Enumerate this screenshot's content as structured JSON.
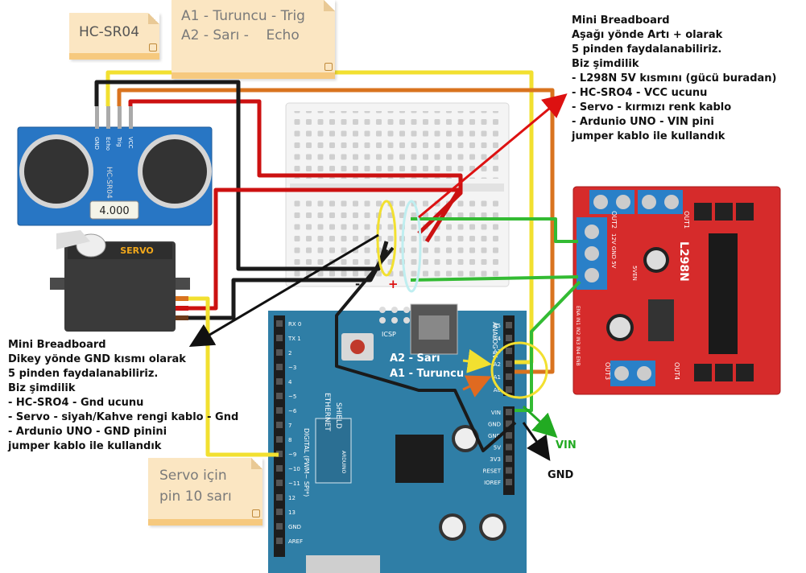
{
  "notes": {
    "hcsr04": "HC-SR04",
    "pins_line1": "A1 - Turuncu - Trig",
    "pins_line2": "A2 - Sarı -    Echo",
    "servo_line1": "Servo için",
    "servo_line2": "pin 10 sarı"
  },
  "annotation_right": [
    "Mini Breadboard",
    "Aşağı yönde Artı + olarak",
    "5 pinden faydalanabiliriz.",
    "Biz şimdilik",
    "- L298N 5V kısmını (gücü buradan)",
    "- HC-SRO4 - VCC ucunu",
    "- Servo - kırmızı renk kablo",
    "- Ardunio UNO - VIN pini",
    "jumper kablo ile kullandık"
  ],
  "annotation_left": [
    "Mini Breadboard",
    "Dikey yönde GND kısmı olarak",
    "5 pinden faydalanabiliriz.",
    "Biz şimdilik",
    "- HC-SRO4 - Gnd ucunu",
    "- Servo - siyah/Kahve rengi kablo - Gnd",
    "- Ardunio UNO - GND pinini",
    "jumper kablo ile kullandık"
  ],
  "labels": {
    "a2": "A2 - Sarı",
    "a1": "A1 - Turuncu",
    "vin": "VIN",
    "gnd": "GND",
    "plus": "+",
    "minus": "-"
  },
  "sensor": {
    "pins": [
      "GND",
      "Echo",
      "Trig",
      "VCC"
    ],
    "model": "HC-SR04",
    "display": "4.000"
  },
  "servo": {
    "label": "SERVO"
  },
  "driver": {
    "model": "L298N",
    "out1": "OUT1",
    "out2": "OUT2",
    "out3": "OUT3",
    "out4": "OUT4",
    "power_pins": "12V GND 5V",
    "enable": "5VEN",
    "inputs": "ENA IN1 IN2 IN3 IN4 ENB"
  },
  "arduino": {
    "analog_pins": [
      "A5",
      "A4",
      "A3",
      "A2",
      "A1",
      "A0"
    ],
    "analog_title": "ANALOG IN",
    "power_pins": [
      "VIN",
      "GND",
      "GND",
      "5V",
      "3V3",
      "RESET",
      "IOREF"
    ],
    "digital_pins": [
      "RX 0",
      "TX 1",
      "2",
      "~3",
      "4",
      "~5",
      "~6",
      "7",
      "8",
      "~9",
      "~10",
      "~11",
      "12",
      "13",
      "GND",
      "AREF"
    ],
    "digital_title": "DIGITAL (PWM~ SPI*)",
    "shield_line1": "ETHERNET",
    "shield_line2": "SHIELD",
    "icsp": "ICSP",
    "brand": "ARDUINO"
  },
  "colors": {
    "wire_yellow": "#f2e030",
    "wire_orange": "#d9731f",
    "wire_red": "#cc1111",
    "wire_black": "#1a1a1a",
    "wire_green": "#33bb33",
    "arduino_blue": "#2f7ea6",
    "sensor_blue": "#2876c4",
    "driver_red": "#d62b2b",
    "note_bg": "#fbe6c2"
  }
}
